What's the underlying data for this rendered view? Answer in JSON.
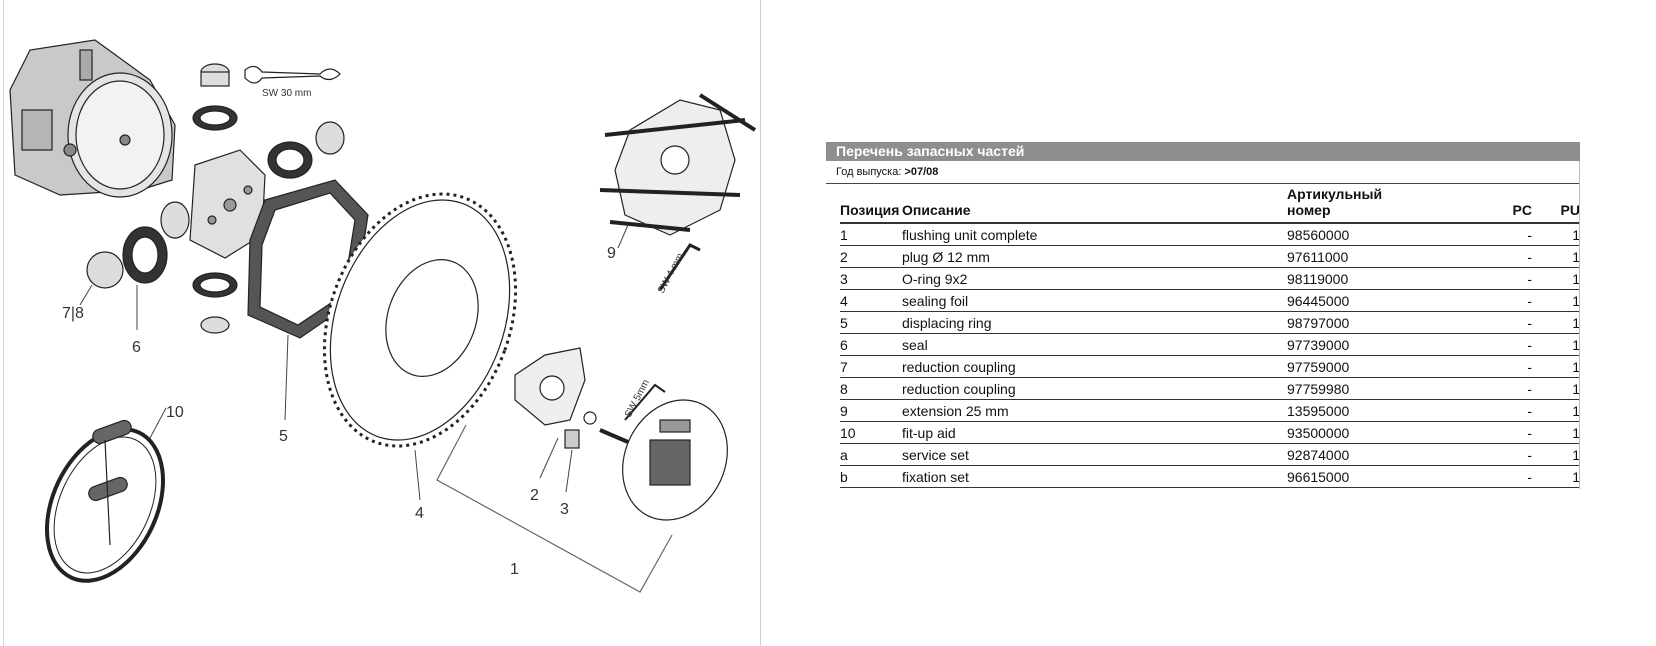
{
  "diagram": {
    "callouts": [
      "7|8",
      "6",
      "5",
      "10",
      "4",
      "2",
      "3",
      "1",
      "9"
    ],
    "tool_labels": [
      "SW 30 mm",
      "SW 4 mm",
      "SW 5mm"
    ]
  },
  "parts": {
    "title": "Перечень запасных частей",
    "year_label": "Год выпуска: ",
    "year_value": ">07/08",
    "columns": {
      "position": "Позиция",
      "description": "Описание",
      "article_line1": "Артикульный",
      "article_line2": "номер",
      "pc": "PC",
      "pu": "PU"
    },
    "rows": [
      {
        "pos": "1",
        "desc": "flushing unit complete",
        "art": "98560000",
        "pc": "-",
        "pu": "1"
      },
      {
        "pos": "2",
        "desc": "plug Ø 12 mm",
        "art": "97611000",
        "pc": "-",
        "pu": "1"
      },
      {
        "pos": "3",
        "desc": "O-ring 9x2",
        "art": "98119000",
        "pc": "-",
        "pu": "1"
      },
      {
        "pos": "4",
        "desc": "sealing foil",
        "art": "96445000",
        "pc": "-",
        "pu": "1"
      },
      {
        "pos": "5",
        "desc": "displacing ring",
        "art": "98797000",
        "pc": "-",
        "pu": "1"
      },
      {
        "pos": "6",
        "desc": "seal",
        "art": "97739000",
        "pc": "-",
        "pu": "1"
      },
      {
        "pos": "7",
        "desc": "reduction coupling",
        "art": "97759000",
        "pc": "-",
        "pu": "1"
      },
      {
        "pos": "8",
        "desc": "reduction coupling",
        "art": "97759980",
        "pc": "-",
        "pu": "1"
      },
      {
        "pos": "9",
        "desc": "extension 25 mm",
        "art": "13595000",
        "pc": "-",
        "pu": "1"
      },
      {
        "pos": "10",
        "desc": "fit-up aid",
        "art": "93500000",
        "pc": "-",
        "pu": "1"
      },
      {
        "pos": "a",
        "desc": "service set",
        "art": "92874000",
        "pc": "-",
        "pu": "1"
      },
      {
        "pos": "b",
        "desc": "fixation set",
        "art": "96615000",
        "pc": "-",
        "pu": "1"
      }
    ]
  }
}
